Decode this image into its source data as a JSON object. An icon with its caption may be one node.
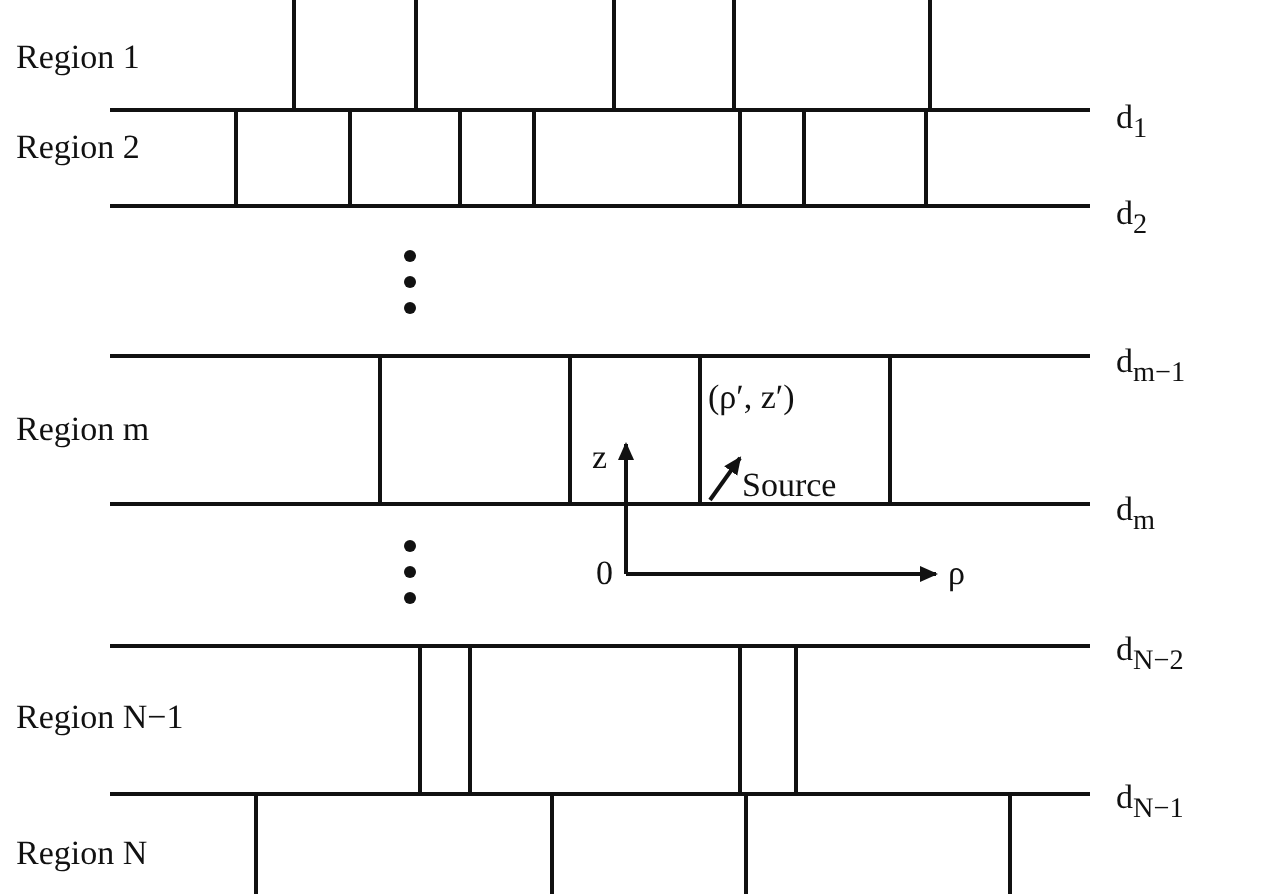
{
  "diagram": {
    "labels": [
      "Region 1",
      "Region 2",
      "d$_{1}$",
      "d$_{2}$",
      "d$_{m−1}$",
      "Region m",
      "(ρ′, z′)",
      "Source",
      "z",
      "d$_{m}$",
      "0",
      "ρ",
      "d$_{N−2}$",
      "Region N−1",
      "d$_{N−1}$",
      "Region N"
    ]
  }
}
